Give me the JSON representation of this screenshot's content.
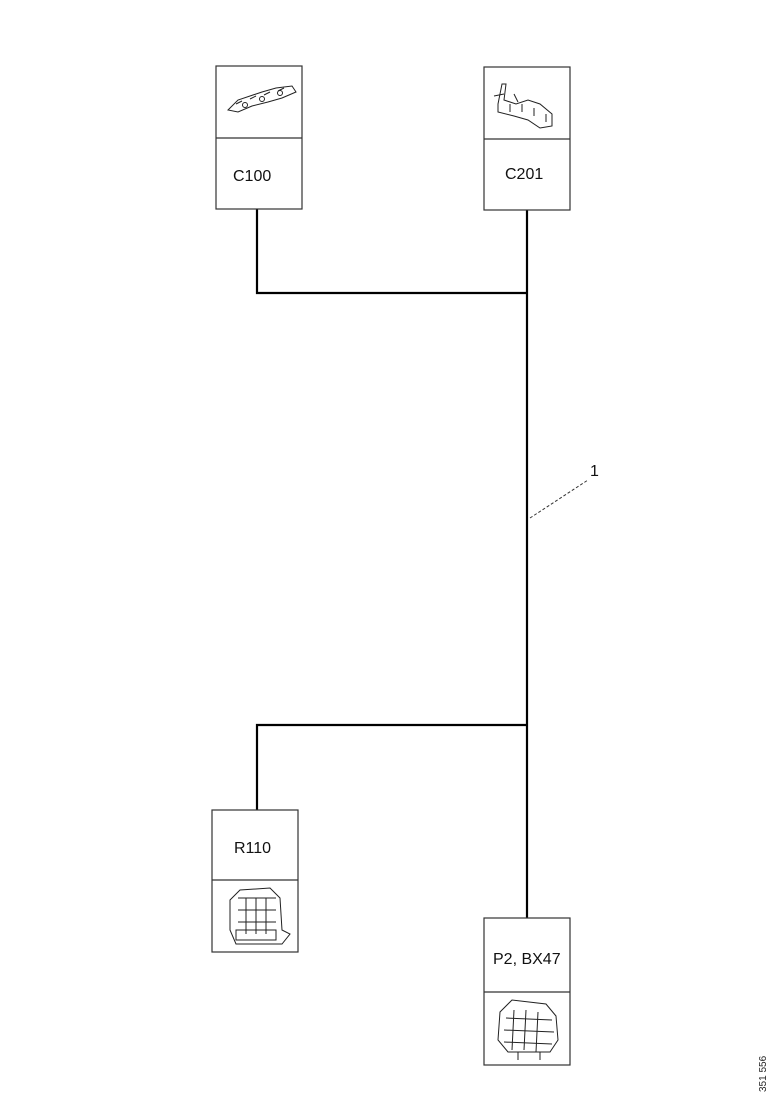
{
  "connectors": {
    "c100": {
      "label": "C100",
      "icon": "connector-sketch-icon"
    },
    "c201": {
      "label": "C201",
      "icon": "connector-sketch-icon"
    },
    "r110": {
      "label": "R110",
      "icon": "connector-sketch-icon"
    },
    "p2": {
      "label": "P2, BX47",
      "icon": "connector-sketch-icon"
    }
  },
  "callout": {
    "label": "1"
  },
  "figure_number": "351 556"
}
